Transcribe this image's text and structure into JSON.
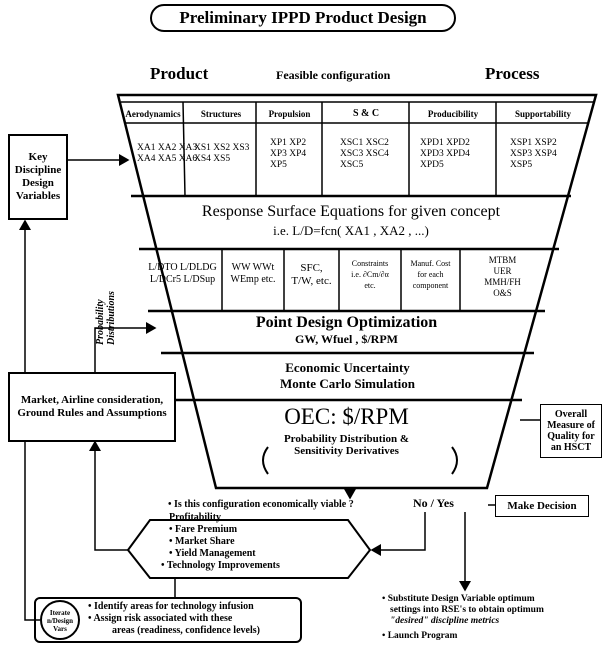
{
  "title": "Preliminary IPPD Product Design",
  "header": {
    "left": "Product",
    "center": "Feasible configuration",
    "right": "Process"
  },
  "disciplines": [
    "Aerodynamics",
    "Structures",
    "Propulsion",
    "S & C",
    "Producibility",
    "Supportability"
  ],
  "design_variables": [
    [
      "XA1 XA2 XA3",
      "XA4 XA5 XA6"
    ],
    [
      "XS1 XS2 XS3",
      "XS4 XS5"
    ],
    [
      "XP1 XP2",
      "XP3 XP4",
      "XP5"
    ],
    [
      "XSC1 XSC2",
      "XSC3 XSC4",
      "XSC5"
    ],
    [
      "XPD1 XPD2",
      "XPD3 XPD4",
      "XPD5"
    ],
    [
      "XSP1 XSP2",
      "XSP3 XSP4",
      "XSP5"
    ]
  ],
  "rse": {
    "title": "Response Surface Equations for given concept",
    "subtitle": "i.e. L/D=fcn( XA1 , XA2 , ...)"
  },
  "metrics": [
    [
      "L/DTO L/DLDG",
      "L/DCr5  L/DSup"
    ],
    [
      "WW WWt",
      "WEmp etc."
    ],
    [
      "SFC,",
      "T/W, etc."
    ],
    [
      "Constraints",
      "i.e. ∂Cm/∂α",
      "etc."
    ],
    [
      "Manuf. Cost",
      "for each",
      "component"
    ],
    [
      "MTBM",
      "UER",
      "MMH/FH",
      "O&S"
    ]
  ],
  "pdo": {
    "title": "Point Design Optimization",
    "subtitle": "GW, Wfuel , $/RPM"
  },
  "economic": {
    "line1": "Economic Uncertainty",
    "line2": "Monte Carlo Simulation"
  },
  "oec": {
    "title": "OEC: $/RPM",
    "line1": "Probability Distribution &",
    "line2": "Sensitivity Derivatives"
  },
  "key_box": "Key Discipline Design Variables",
  "market_box": "Market, Airline consideration, Ground Rules and Assumptions",
  "prob_label": "Probability Distributions",
  "overall_box": "Overall Measure of Quality for an HSCT",
  "question": "• Is this configuration economically viable ?",
  "no_yes": "No / Yes",
  "make_decision": "Make Decision",
  "profitability": {
    "title": "Profitability",
    "items": [
      "• Fare Premium",
      "• Market Share",
      "• Yield Management",
      "• Technology Improvements"
    ]
  },
  "iterate": "Iterate n/Design Vars",
  "tech_infusion": [
    "• Identify areas for technology infusion",
    "• Assign risk associated with these",
    "areas (readiness, confidence levels)"
  ],
  "substitute": [
    "• Substitute Design Variable optimum",
    "settings into RSE's to obtain optimum",
    "\"desired\" discipline metrics"
  ],
  "launch": "• Launch Program"
}
